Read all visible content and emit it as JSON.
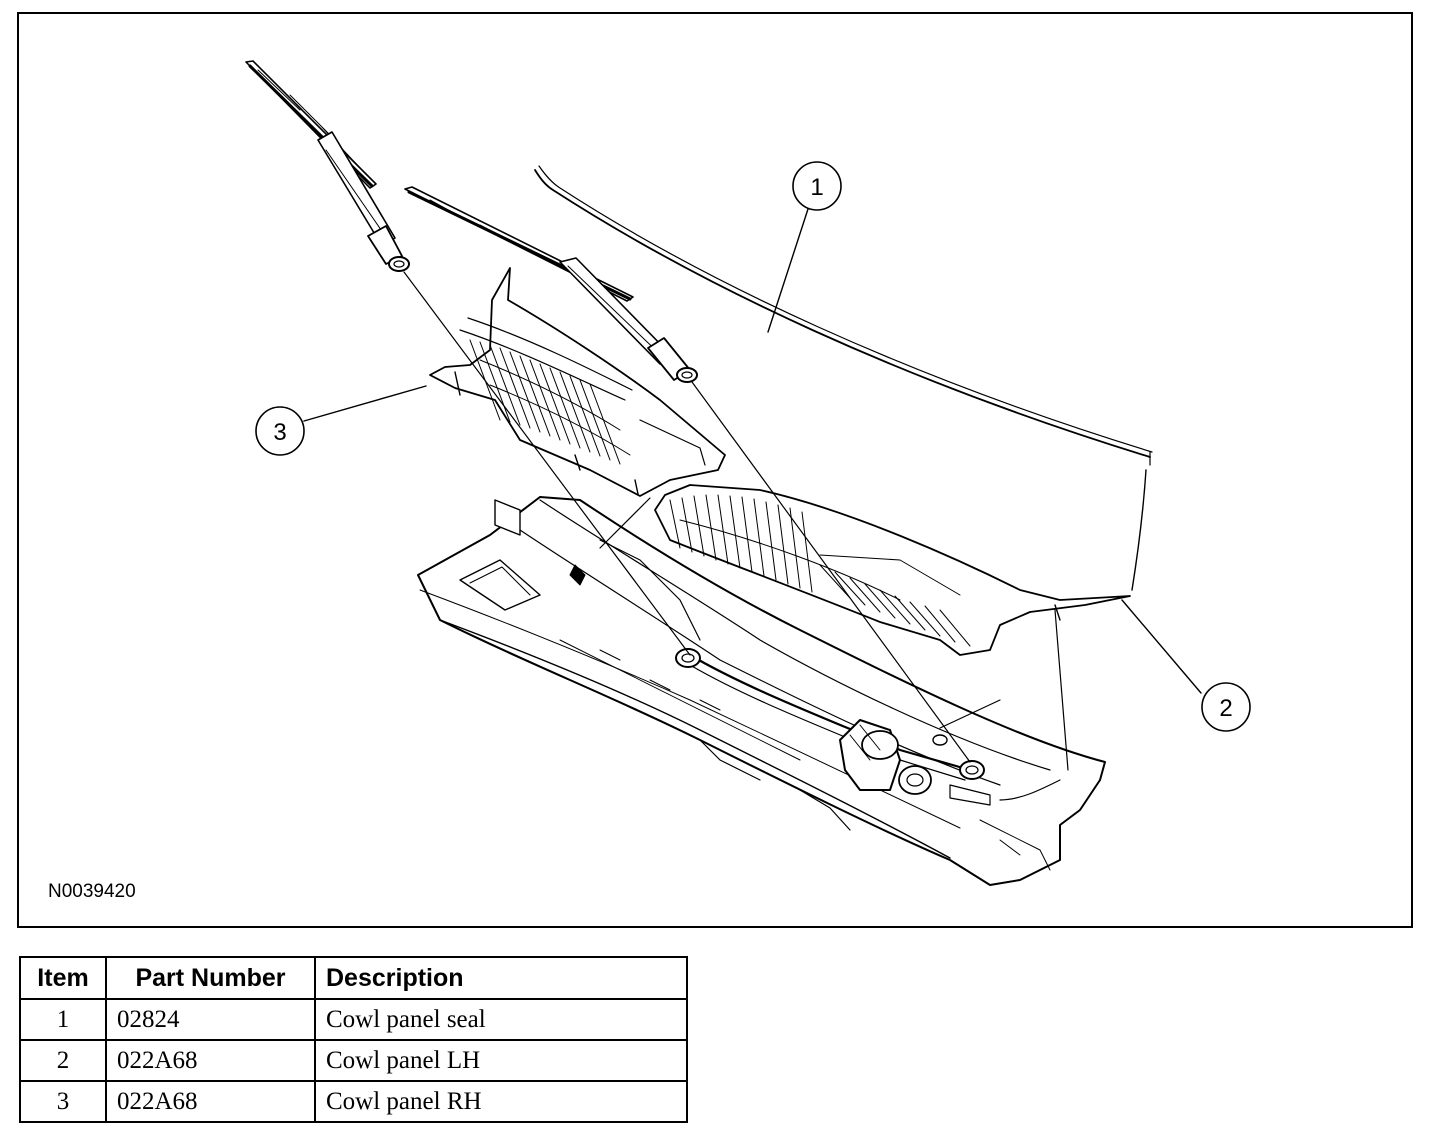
{
  "figure": {
    "id": "N0039420",
    "callouts": [
      "1",
      "2",
      "3"
    ]
  },
  "table": {
    "headers": [
      "Item",
      "Part Number",
      "Description"
    ],
    "rows": [
      {
        "item": "1",
        "part_number": "02824",
        "description": "Cowl panel seal"
      },
      {
        "item": "2",
        "part_number": "022A68",
        "description": "Cowl panel LH"
      },
      {
        "item": "3",
        "part_number": "022A68",
        "description": "Cowl panel RH"
      }
    ]
  }
}
